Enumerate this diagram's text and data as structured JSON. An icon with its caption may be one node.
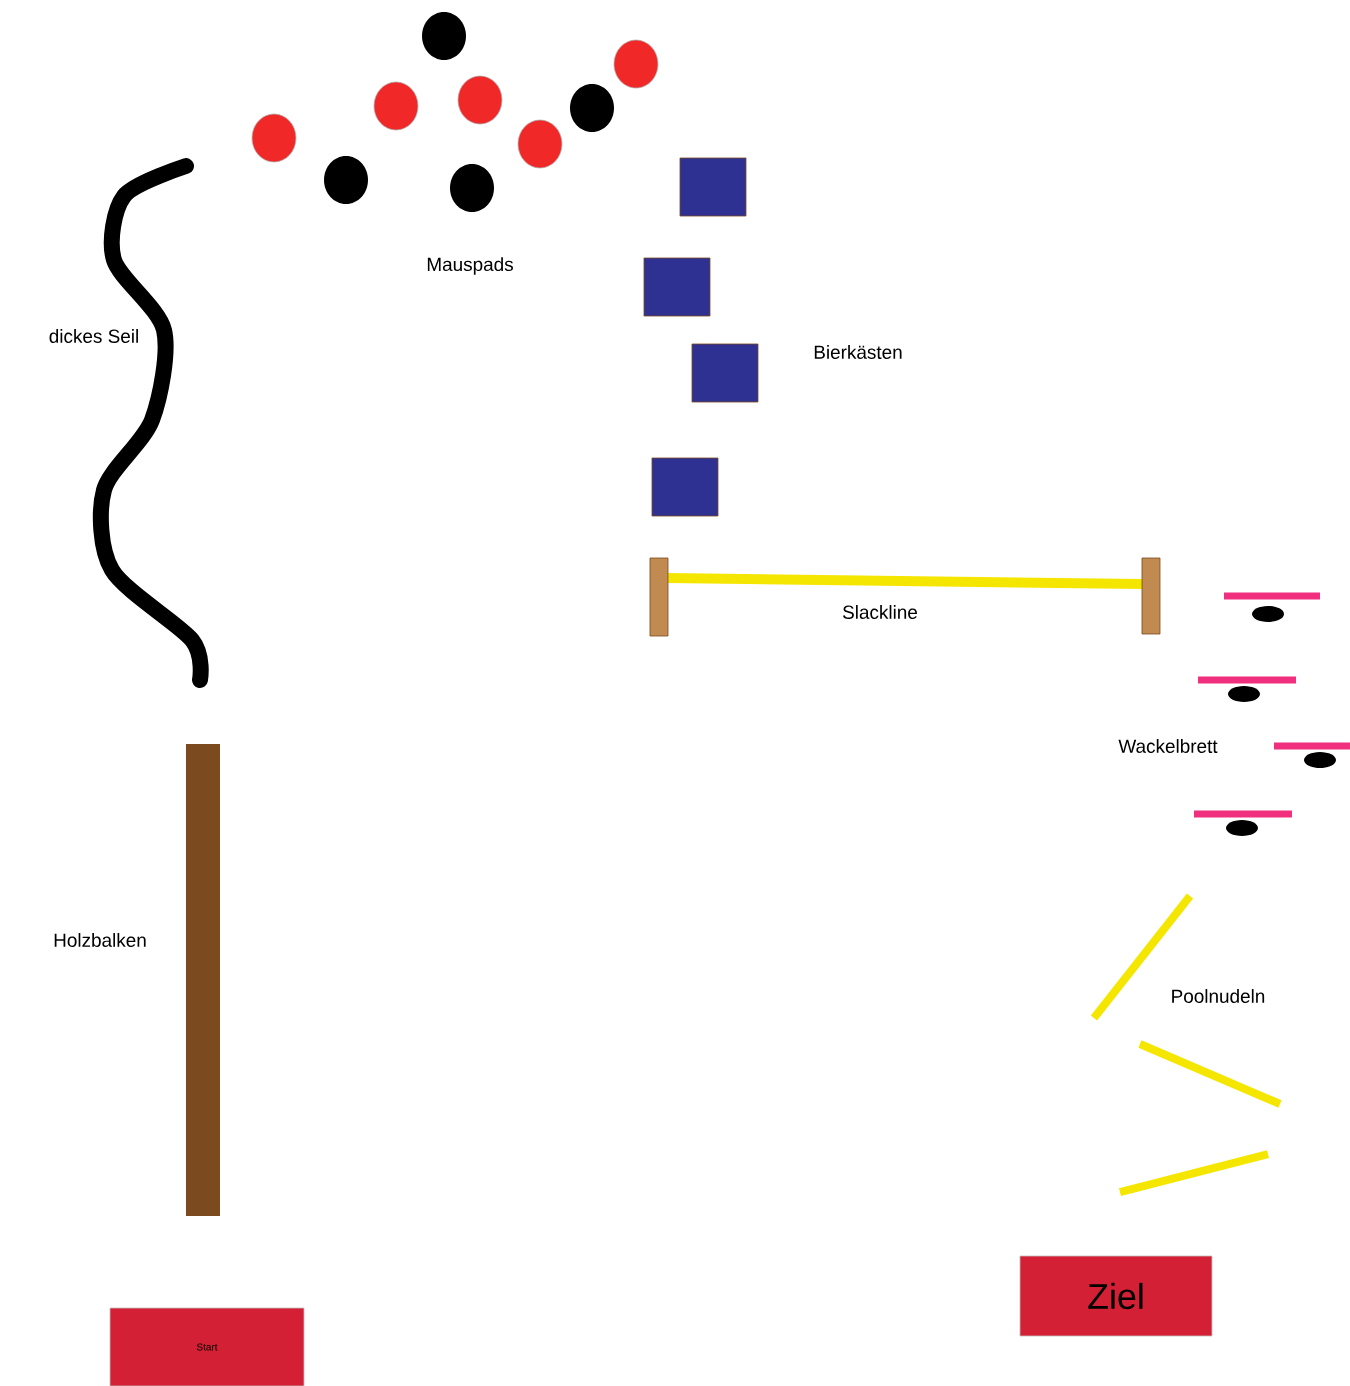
{
  "diagram": {
    "nodes": [
      {
        "text": [
          "Start"
        ]
      },
      {
        "text": [
          "Ziel"
        ]
      }
    ],
    "edges": [],
    "labels": [
      "Mauspads",
      "dickes Seil",
      "Bierkästen",
      "Slackline",
      "Wackelbrett",
      "Holzbalken",
      "Poolnudeln"
    ]
  }
}
